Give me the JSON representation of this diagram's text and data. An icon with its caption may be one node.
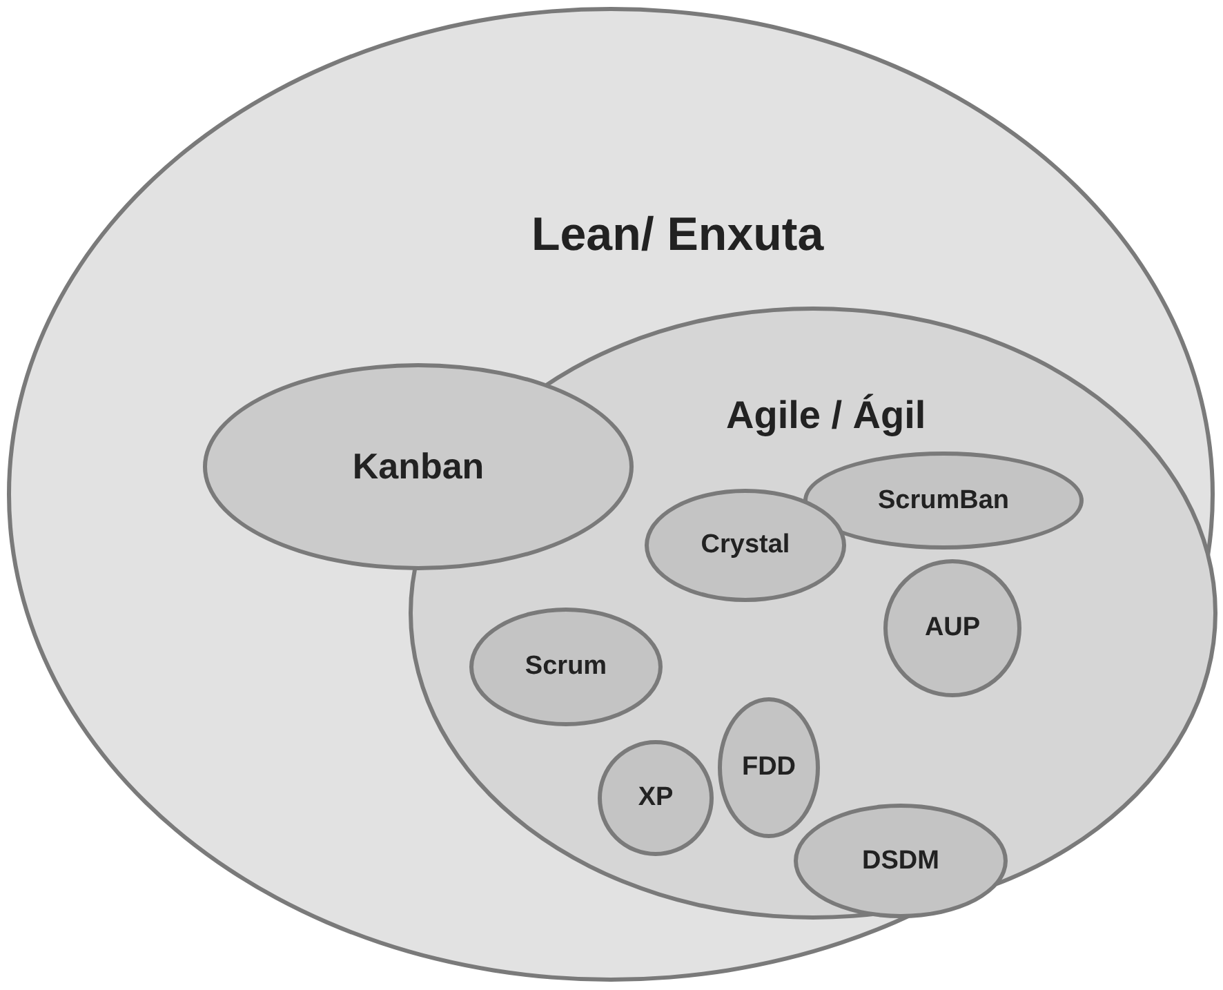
{
  "diagram": {
    "nodes": [
      {
        "text": [
          "Lean/ Enxuta"
        ]
      },
      {
        "text": [
          "Kanban"
        ],
        "in": 0
      },
      {
        "text": [
          "Agile / Ágil"
        ],
        "in": 0
      },
      {
        "text": [
          "ScrumBan"
        ],
        "in": 2
      },
      {
        "text": [
          "Crystal"
        ],
        "in": 2
      },
      {
        "text": [
          "AUP"
        ],
        "in": 2
      },
      {
        "text": [
          "Scrum"
        ],
        "in": 2
      },
      {
        "text": [
          "XP"
        ],
        "in": 2
      },
      {
        "text": [
          "FDD"
        ],
        "in": 2
      },
      {
        "text": [
          "DSDM"
        ],
        "in": 2
      }
    ]
  }
}
